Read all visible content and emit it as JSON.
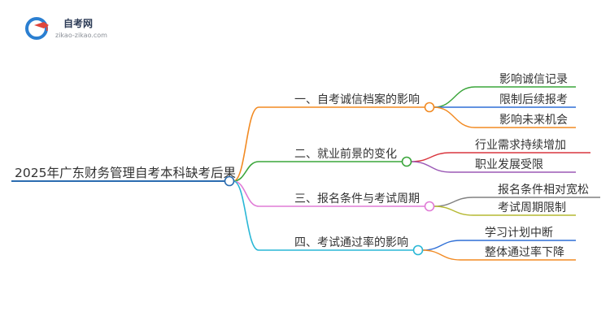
{
  "logo": {
    "name": "自考网",
    "url_text": "zikao-zikao.com",
    "colors": {
      "blue": "#2b7fd1",
      "red": "#e0453b",
      "gray": "#8a8f97"
    }
  },
  "mindmap": {
    "root": {
      "label": "2025年广东财务管理自考本科缺考后果",
      "color": "#2b6cb0"
    },
    "branches": [
      {
        "label": "一、自考诚信档案的影响",
        "color": "#f28a22",
        "children": [
          {
            "label": "影响诚信记录",
            "color": "#3aa53a"
          },
          {
            "label": "限制后续报考",
            "color": "#2f6fd6"
          },
          {
            "label": "影响未来机会",
            "color": "#f28a22"
          }
        ]
      },
      {
        "label": "二、就业前景的变化",
        "color": "#3aa53a",
        "children": [
          {
            "label": "行业需求持续增加",
            "color": "#d9363e"
          },
          {
            "label": "职业发展受限",
            "color": "#9b59b6"
          }
        ]
      },
      {
        "label": "三、报名条件与考试周期",
        "color": "#e07bd6",
        "children": [
          {
            "label": "报名条件相对宽松",
            "color": "#808080"
          },
          {
            "label": "考试周期限制",
            "color": "#b5b832"
          }
        ]
      },
      {
        "label": "四、考试通过率的影响",
        "color": "#29b7d6",
        "children": [
          {
            "label": "学习计划中断",
            "color": "#2f6fd6"
          },
          {
            "label": "整体通过率下降",
            "color": "#f28a22"
          }
        ]
      }
    ]
  }
}
